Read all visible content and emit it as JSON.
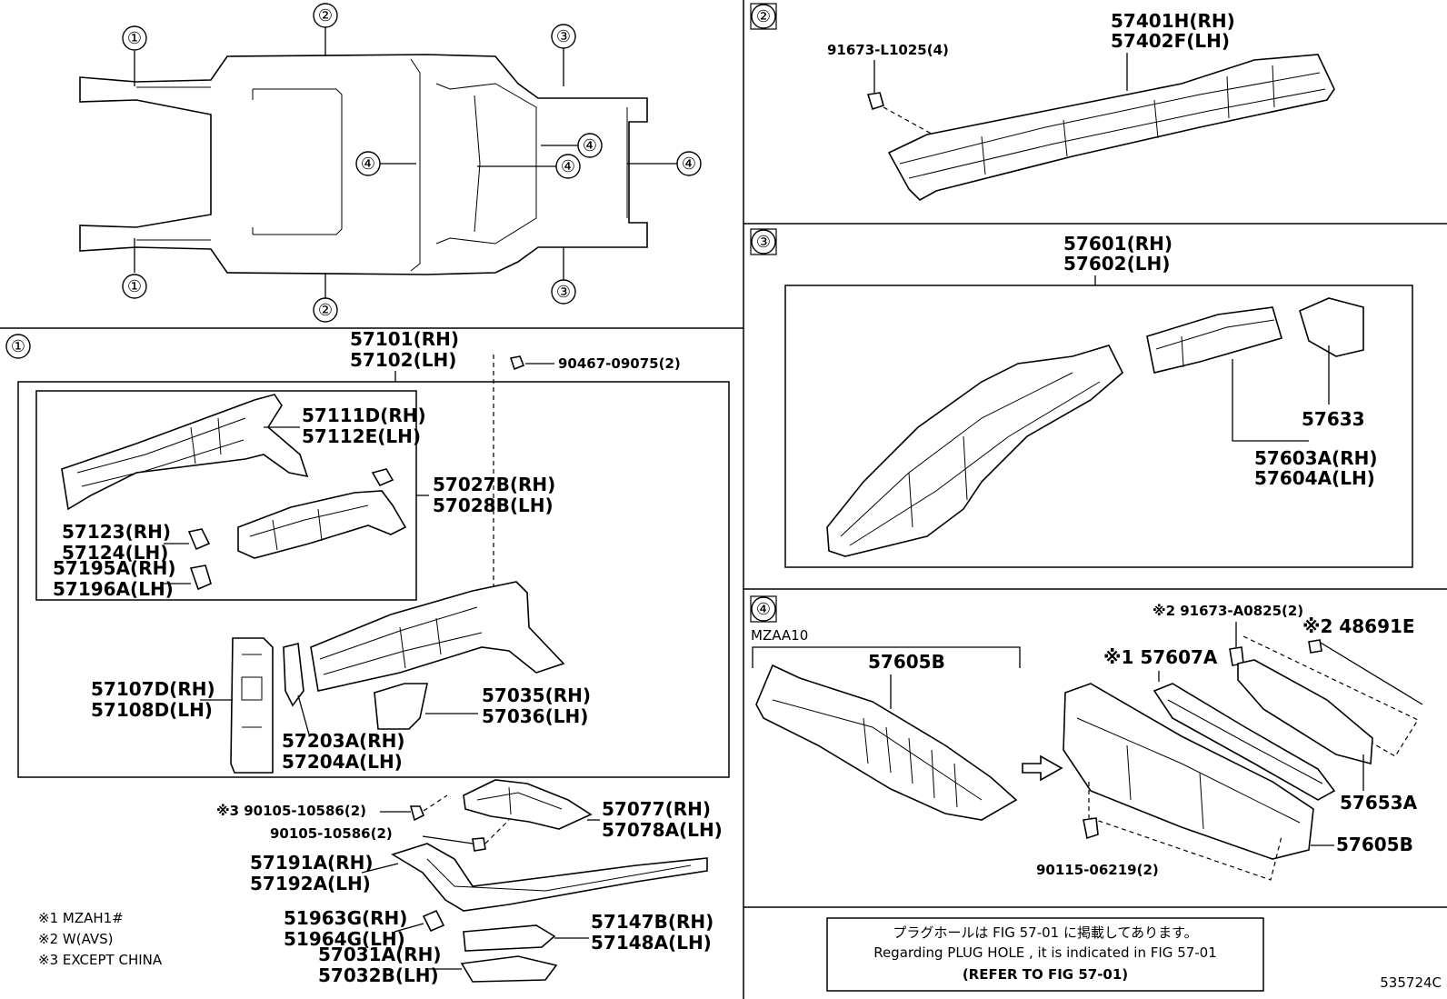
{
  "overview": {
    "callouts": [
      "①",
      "②",
      "③",
      "④"
    ]
  },
  "section1": {
    "marker": "①",
    "labels": {
      "p57101": "57101(RH)",
      "p57102": "57102(LH)",
      "p90467": "90467-09075(2)",
      "p57111": "57111D(RH)",
      "p57112": "57112E(LH)",
      "p57027": "57027B(RH)",
      "p57028": "57028B(LH)",
      "p57123": "57123(RH)",
      "p57124": "57124(LH)",
      "p57195": "57195A(RH)",
      "p57196": "57196A(LH)",
      "p57107": "57107D(RH)",
      "p57108": "57108D(LH)",
      "p57035": "57035(RH)",
      "p57036": "57036(LH)",
      "p57203": "57203A(RH)",
      "p57204": "57204A(LH)"
    }
  },
  "lower_left": {
    "labels": {
      "p90105a": "※3 90105-10586(2)",
      "p90105b": "90105-10586(2)",
      "p57077": "57077(RH)",
      "p57078": "57078A(LH)",
      "p57191": "57191A(RH)",
      "p57192": "57192A(LH)",
      "p51963": "51963G(RH)",
      "p51964": "51964G(LH)",
      "p57147": "57147B(RH)",
      "p57148": "57148A(LH)",
      "p57031": "57031A(RH)",
      "p57032": "57032B(LH)"
    },
    "notes": [
      "※1 MZAH1#",
      "※2 W(AVS)",
      "※3 EXCEPT CHINA"
    ]
  },
  "section2": {
    "marker": "②",
    "labels": {
      "p91673": "91673-L1025(4)",
      "p57401": "57401H(RH)",
      "p57402": "57402F(LH)"
    }
  },
  "section3": {
    "marker": "③",
    "labels": {
      "p57601": "57601(RH)",
      "p57602": "57602(LH)",
      "p57633": "57633",
      "p57603": "57603A(RH)",
      "p57604": "57604A(LH)"
    }
  },
  "section4": {
    "marker": "④",
    "labels": {
      "model": "MZAA10",
      "p57605a": "57605B",
      "p91673": "※2 91673-A0825(2)",
      "p48691": "※2 48691E",
      "p57607": "※1 57607A",
      "p57653": "57653A",
      "p57605b": "57605B",
      "p90115": "90115-06219(2)"
    }
  },
  "notice": {
    "jp": "プラグホールは FIG 57-01 に掲載してあります。",
    "en": "Regarding  PLUG  HOLE , it is indicated in FIG  57-01",
    "ref": "(REFER  TO  FIG  57-01)"
  },
  "figure_id": "535724C",
  "colors": {
    "line": "#000000",
    "background": "#ffffff"
  }
}
